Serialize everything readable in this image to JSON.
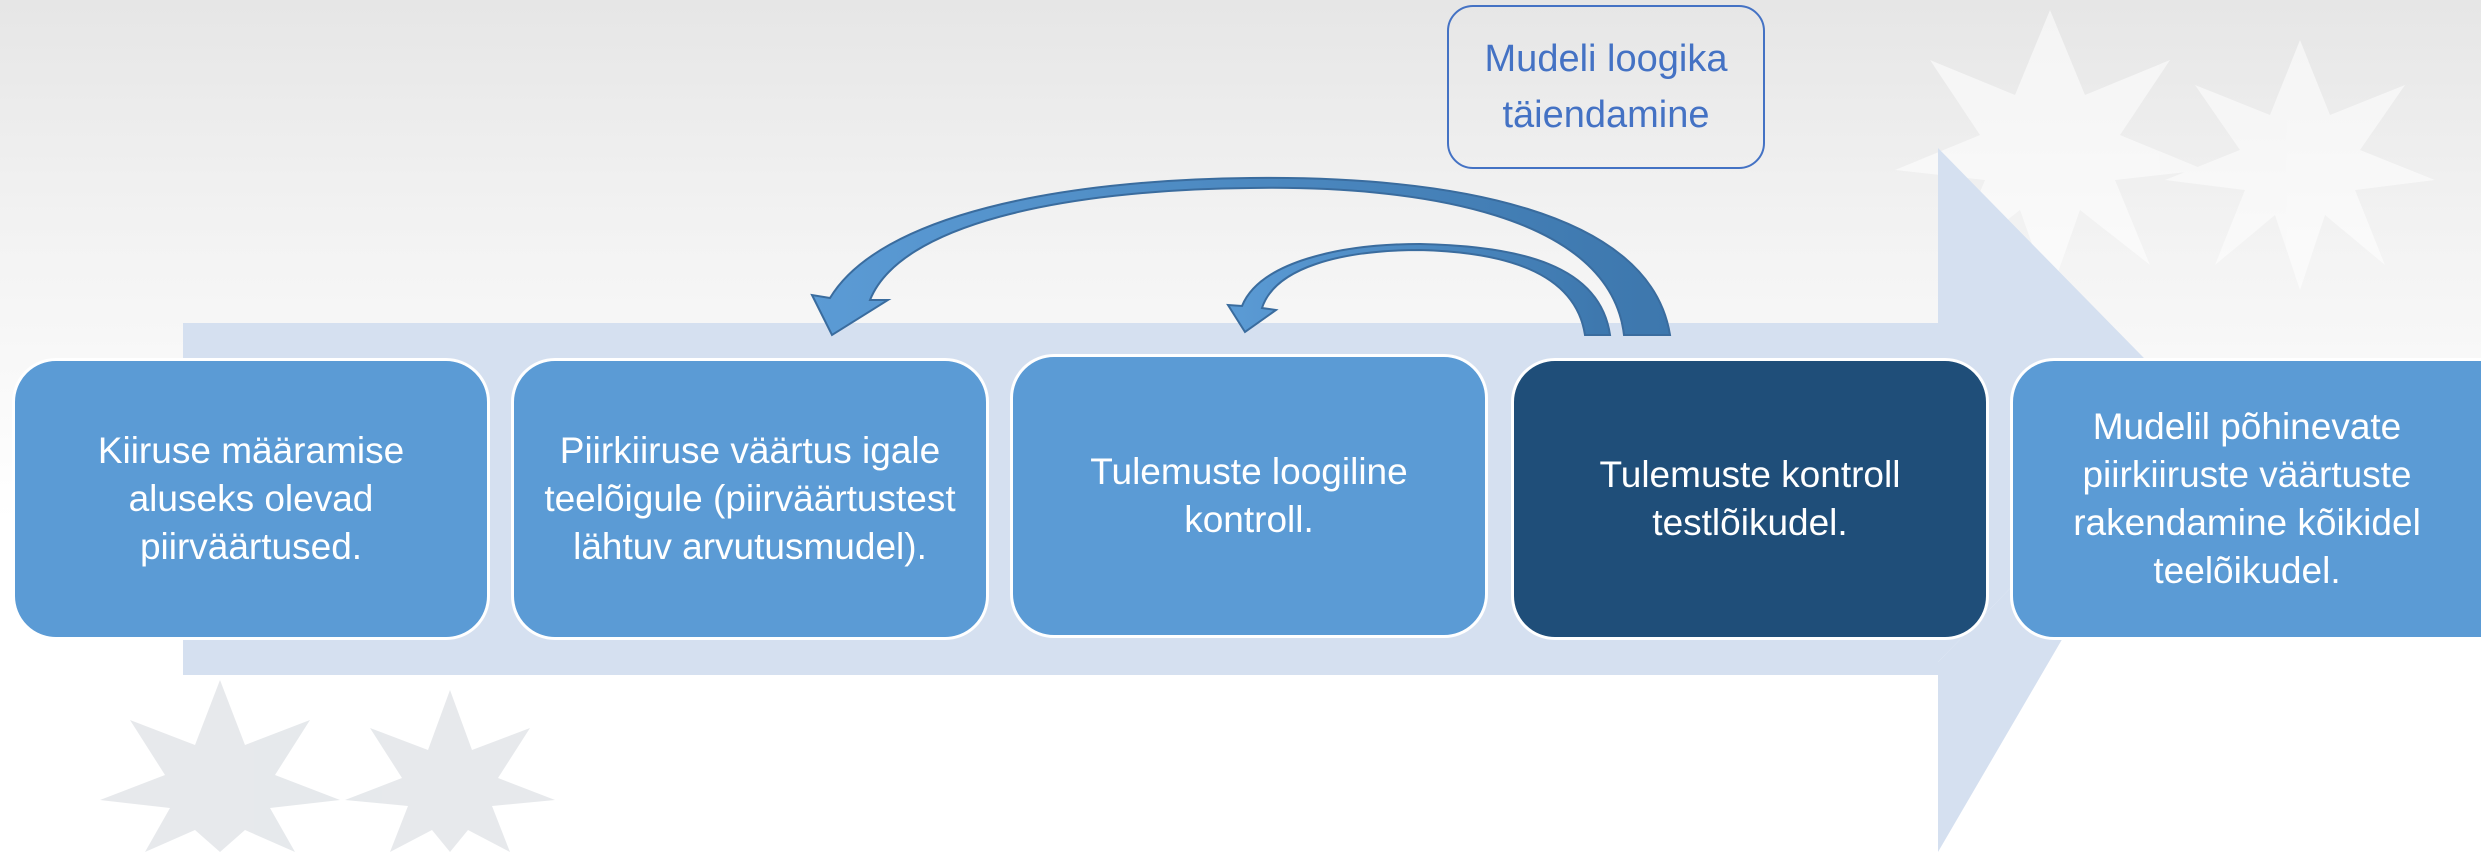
{
  "process": {
    "steps": [
      {
        "text": "Kiiruse määramise aluseks olevad piirväärtused.",
        "style": "light"
      },
      {
        "text": "Piirkiiruse väärtus igale teelõigule (piirväärtustest lähtuv arvutusmudel).",
        "style": "light"
      },
      {
        "text": "Tulemuste loogiline kontroll.",
        "style": "light"
      },
      {
        "text": "Tulemuste kontroll testlõikudel.",
        "style": "dark"
      },
      {
        "text": "Mudelil põhinevate piirkiiruste väärtuste rakendamine kõikidel teelõikudel.",
        "style": "light"
      }
    ],
    "feedback_label": "Mudeli loogika täiendamine"
  },
  "colors": {
    "box_light": "#5b9bd5",
    "box_dark": "#1f4e79",
    "big_arrow": "#d5e0f0",
    "curved_arrow": "#5b9bd5",
    "curved_arrow_shade": "#2e6aa0",
    "callout_text": "#4472c4"
  },
  "icons": {
    "background": "folk-star-ornament-icon",
    "feedback_arrows": "curved-arrow-icon"
  }
}
